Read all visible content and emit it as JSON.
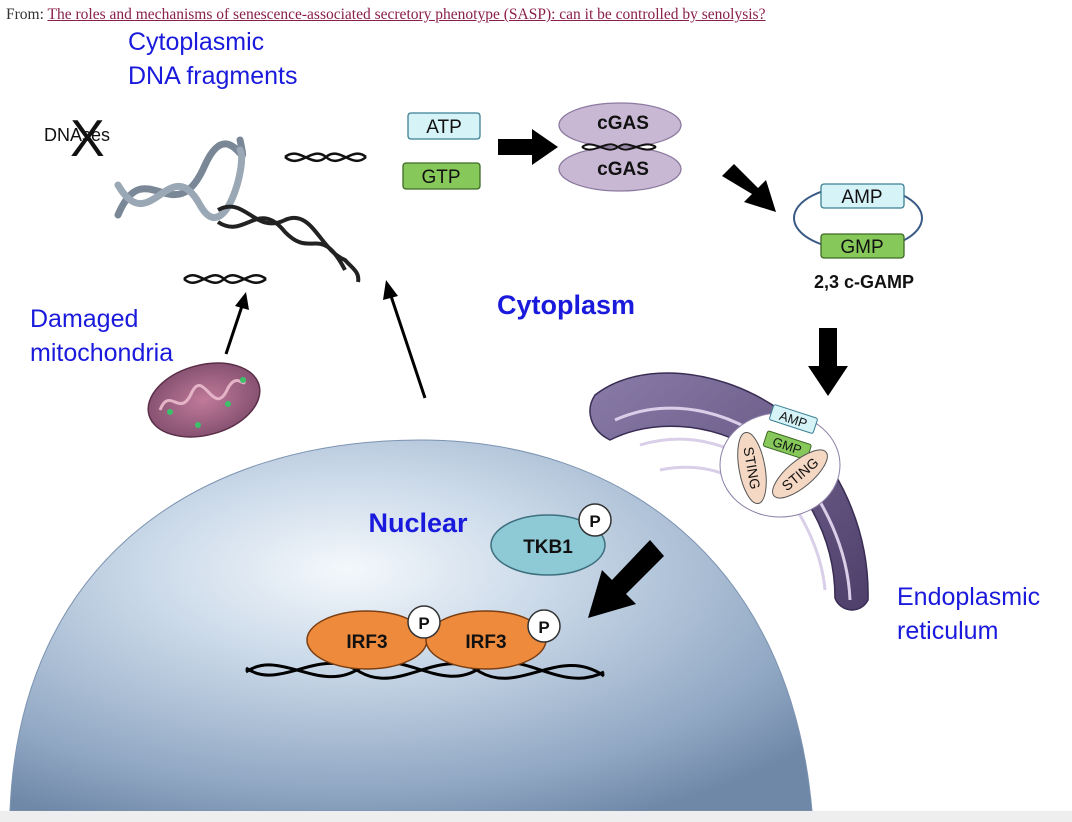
{
  "source": {
    "prefix": "From:",
    "link_text": "The roles and mechanisms of senescence-associated secretory phenotype (SASP): can it be controlled by senolysis?"
  },
  "labels": {
    "cyto_dna_1": "Cytoplasmic",
    "cyto_dna_2": "DNA fragments",
    "dnases": "DNAses",
    "dnases_cross": "X",
    "atp": "ATP",
    "gtp": "GTP",
    "cgas_top": "cGAS",
    "cgas_bottom": "cGAS",
    "amp": "AMP",
    "gmp": "GMP",
    "cgamp": "2,3 c-GAMP",
    "cytoplasm": "Cytoplasm",
    "damaged_1": "Damaged",
    "damaged_2": "mitochondria",
    "nuclear": "Nuclear",
    "tkb1": "TKB1",
    "p": "P",
    "irf3_a": "IRF3",
    "irf3_b": "IRF3",
    "er_1": "Endoplasmic",
    "er_2": "reticulum",
    "er_amp": "AMP",
    "er_gmp": "GMP",
    "sting_a": "STING",
    "sting_b": "STING"
  },
  "colors": {
    "blue_text": "#1a1adc",
    "atp_fill": "#d6f4f8",
    "gtp_fill": "#86c85a",
    "cgas_fill": "#c9b8d4",
    "irf3_fill": "#ee8a3c",
    "tkb1_fill": "#8ec9d6",
    "nucleus": "#b6c8dc"
  }
}
